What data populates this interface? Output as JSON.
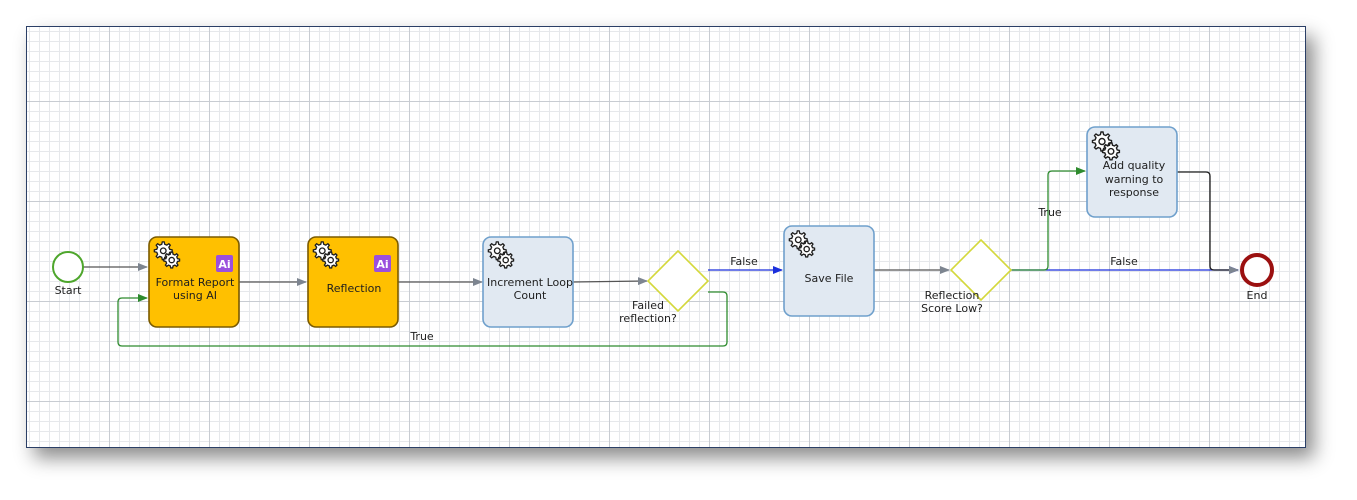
{
  "events": {
    "start_label": "Start",
    "end_label": "End"
  },
  "tasks": {
    "format_report": {
      "line1": "Format Report",
      "line2": "using AI",
      "badge": "Ai"
    },
    "reflection": {
      "label": "Reflection",
      "badge": "Ai"
    },
    "increment_loop": {
      "line1": "Increment Loop",
      "line2": "Count"
    },
    "save_file": {
      "label": "Save File"
    },
    "add_warning": {
      "line1": "Add quality",
      "line2": "warning to",
      "line3": "response"
    }
  },
  "gateways": {
    "failed_reflection": {
      "line1": "Failed",
      "line2": "reflection?"
    },
    "score_low": {
      "line1": "Reflection",
      "line2": "Score Low?"
    }
  },
  "flows": {
    "false_label_1": "False",
    "true_label_loop": "True",
    "true_label_warning": "True",
    "false_label_2": "False"
  },
  "colors": {
    "ai_task_fill": "#ffc000",
    "ai_task_border": "#7a5a00",
    "service_task_fill": "#e1e9f2",
    "service_task_border": "#6fa0cc",
    "gateway_border": "#d4d83b",
    "start_border": "#4ea62c",
    "end_border": "#9b1010",
    "ai_badge": "#9b4fdd",
    "true_flow": "#2e8b2e",
    "false_flow": "#1a2fdc",
    "default_flow": "#555555"
  }
}
